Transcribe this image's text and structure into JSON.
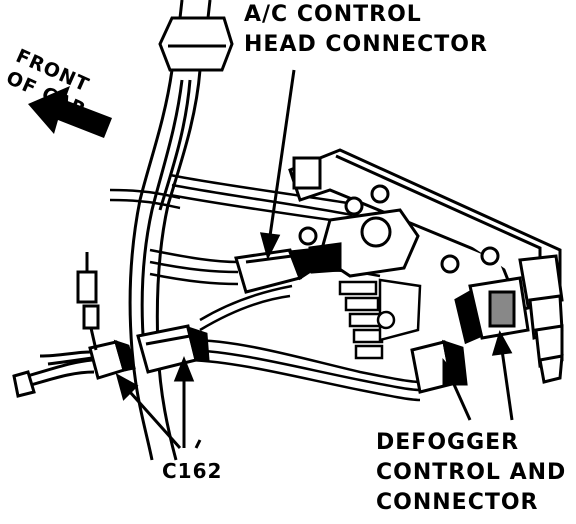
{
  "labels": {
    "front_of_car": [
      "FRONT",
      "OF CAR"
    ],
    "ac_connector": [
      "A/C CONTROL",
      "HEAD CONNECTOR"
    ],
    "defogger": [
      "DEFOGGER",
      "CONTROL AND",
      "CONNECTOR"
    ],
    "c162": "C162"
  },
  "colors": {
    "ink": "#000000",
    "paper": "#ffffff"
  }
}
